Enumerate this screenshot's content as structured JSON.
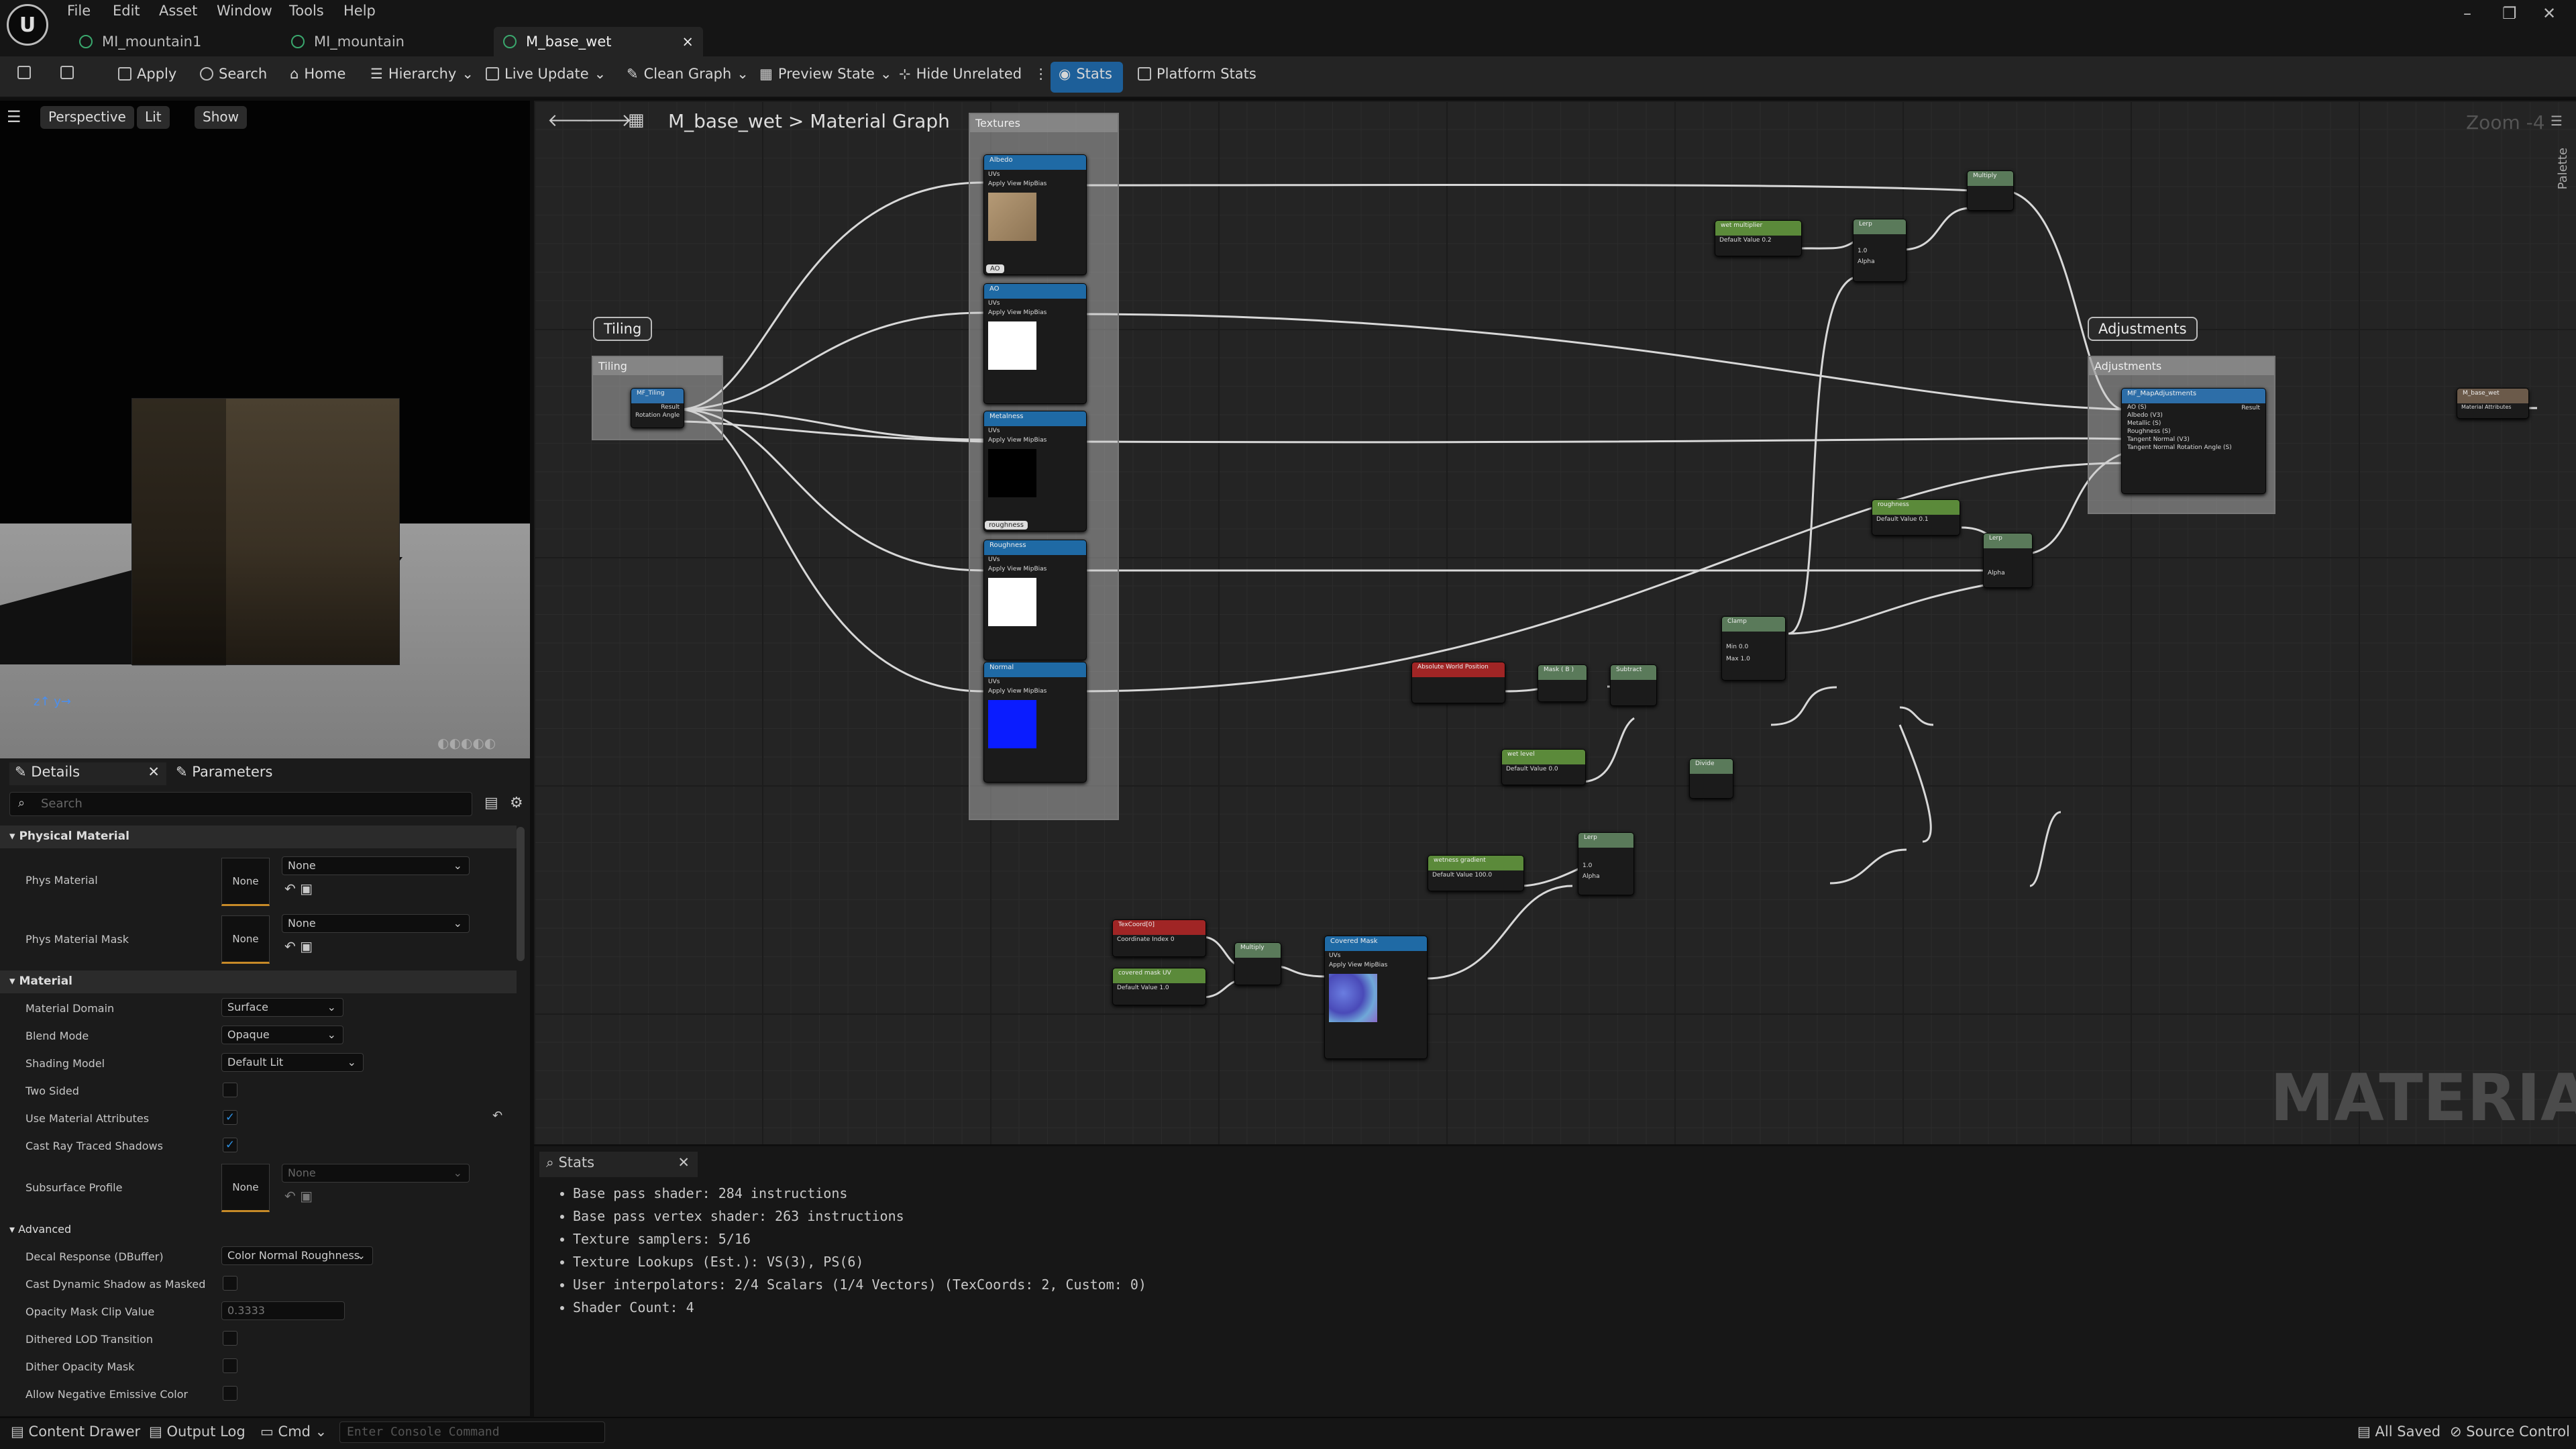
{
  "menu": [
    "File",
    "Edit",
    "Asset",
    "Window",
    "Tools",
    "Help"
  ],
  "tabs": [
    {
      "label": "MI_mountain1"
    },
    {
      "label": "MI_mountain"
    },
    {
      "label": "M_base_wet",
      "close": "×"
    }
  ],
  "toolbar": {
    "apply": "Apply",
    "search": "Search",
    "home": "Home",
    "hierarchy": "Hierarchy",
    "live_update": "Live Update",
    "clean_graph": "Clean Graph",
    "preview_state": "Preview State",
    "hide_unrelated": "Hide Unrelated",
    "stats": "Stats",
    "platform_stats": "Platform Stats"
  },
  "viewport": {
    "perspective": "Perspective",
    "lit": "Lit",
    "show": "Show"
  },
  "details": {
    "tab_details": "Details",
    "tab_params": "Parameters",
    "search_placeholder": "Search",
    "sec_phys": "Physical Material",
    "phys_material": "Phys Material",
    "phys_material_mask": "Phys Material Mask",
    "none": "None",
    "sec_material": "Material",
    "material_domain": "Material Domain",
    "material_domain_val": "Surface",
    "blend_mode": "Blend Mode",
    "blend_mode_val": "Opaque",
    "shading_model": "Shading Model",
    "shading_model_val": "Default Lit",
    "two_sided": "Two Sided",
    "use_mat_attr": "Use Material Attributes",
    "cast_rt": "Cast Ray Traced Shadows",
    "subsurface": "Subsurface Profile",
    "sec_advanced": "Advanced",
    "decal": "Decal Response (DBuffer)",
    "decal_val": "Color Normal Roughness",
    "cast_dyn": "Cast Dynamic Shadow as Masked",
    "opacity_clip": "Opacity Mask Clip Value",
    "opacity_clip_val": "0.3333",
    "dithered_lod": "Dithered LOD Transition",
    "dither_opacity": "Dither Opacity Mask",
    "allow_neg": "Allow Negative Emissive Color"
  },
  "graph": {
    "breadcrumb_asset": "M_base_wet",
    "breadcrumb_sep": ">",
    "breadcrumb_graph": "Material Graph",
    "zoom": "Zoom -4",
    "palette": "Palette",
    "watermark": "MATERIAL",
    "comment_textures": "Textures",
    "comment_tiling": "Tiling",
    "comment_adjust": "Adjustments",
    "bubble_tiling": "Tiling",
    "bubble_adjust": "Adjustments",
    "tex_albedo": "Albedo",
    "tex_ao": "AO",
    "tex_metal": "Metalness",
    "tex_rough": "Roughness",
    "tex_normal": "Normal",
    "tag_ao": "AO",
    "tag_rough": "roughness",
    "pin_uvs": "UVs",
    "pin_mip": "Apply View MipBias",
    "tiling_fn": "MF_Tiling",
    "pin_result": "Result",
    "pin_rot": "Rotation Angle",
    "adj_fn": "MF_MapAdjustments",
    "adj_pins": [
      "AO (S)",
      "Albedo (V3)",
      "Metallic (S)",
      "Roughness (S)",
      "Tangent Normal (V3)",
      "Tangent Normal Rotation Angle (S)"
    ],
    "output": "M_base_wet",
    "output_pin": "Material Attributes",
    "n_multiply": "Multiply",
    "n_wet_mult": "wet multiplier",
    "n_lerp": "Lerp",
    "n_rough": "roughness",
    "n_clamp": "Clamp",
    "n_abs_world": "Absolute World Position",
    "n_mask": "Mask ( B )",
    "n_subtract": "Subtract",
    "n_wetlevel": "wet level",
    "n_divide": "Divide",
    "n_wetness_grad": "wetness gradient",
    "n_texcoord": "TexCoord[0]",
    "n_covmask_scale": "covered mask UV",
    "n_covmask": "Covered Mask",
    "pin_default": "Default Value",
    "pin_alpha": "Alpha",
    "pin_min": "Min",
    "pin_max": "Max",
    "pin_coord_index": "Coordinate Index",
    "v_wet_mult": "0.2",
    "v_lerp": "1.0",
    "v_rough": "0.1",
    "v_min": "0.0",
    "v_max": "1.0",
    "v_wetlevel": "0.0",
    "v_grad": "100.0",
    "v_coord": "0",
    "v_covmask": "1.0"
  },
  "stats": {
    "title": "Stats",
    "lines": [
      "Base pass shader: 284 instructions",
      "Base pass vertex shader: 263 instructions",
      "Texture samplers: 5/16",
      "Texture Lookups (Est.): VS(3), PS(6)",
      "User interpolators: 2/4 Scalars (1/4 Vectors) (TexCoords: 2, Custom: 0)",
      "Shader Count: 4"
    ]
  },
  "statusbar": {
    "content_drawer": "Content Drawer",
    "output_log": "Output Log",
    "cmd": "Cmd",
    "console_placeholder": "Enter Console Command",
    "all_saved": "All Saved",
    "source_control": "Source Control"
  }
}
